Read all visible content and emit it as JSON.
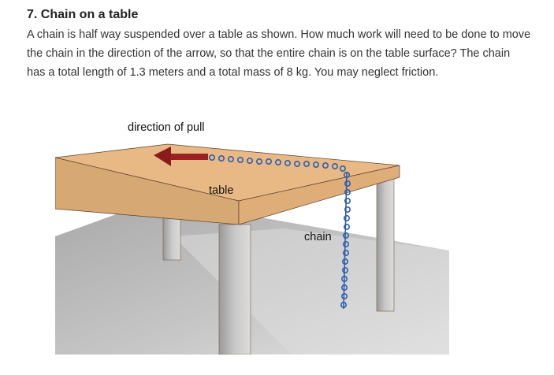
{
  "problem": {
    "title": "7. Chain on a table",
    "body": "A chain is half way suspended over a table as shown. How much work will need to be done to move the chain in the direction of the arrow, so that the entire chain is on the table surface? The chain has a total length of 1.3 meters and a total mass of 8 kg. You may neglect friction."
  },
  "figure": {
    "labels": {
      "direction": "direction of pull",
      "table": "table",
      "chain": "chain"
    },
    "colors": {
      "table_top": "#e8b985",
      "table_edge": "#d6a873",
      "arrow": "#9b2222",
      "chain": "#2d5fb0",
      "floor": "#b8b8b8",
      "leg": "#b0b0b0"
    }
  }
}
